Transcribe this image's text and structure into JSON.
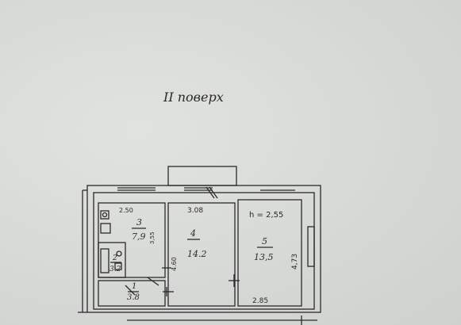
{
  "floor_label": "II поверх",
  "rooms": [
    {
      "id": "room-3",
      "number": "3",
      "area": "7,9",
      "width": "2.50",
      "depth": "3,55"
    },
    {
      "id": "room-4",
      "number": "4",
      "area": "14.2",
      "width": "3.08",
      "depth": "4.60"
    },
    {
      "id": "room-5",
      "number": "5",
      "area": "13,5",
      "width": "2.85",
      "depth": "4,73",
      "height": "h = 2,55"
    },
    {
      "id": "room-2",
      "number": "2",
      "area": "3.2"
    },
    {
      "id": "room-1",
      "number": "1",
      "area": "3.8"
    }
  ],
  "colors": {
    "ink": "#2a2a2a",
    "paper": "#d9dbd8"
  }
}
